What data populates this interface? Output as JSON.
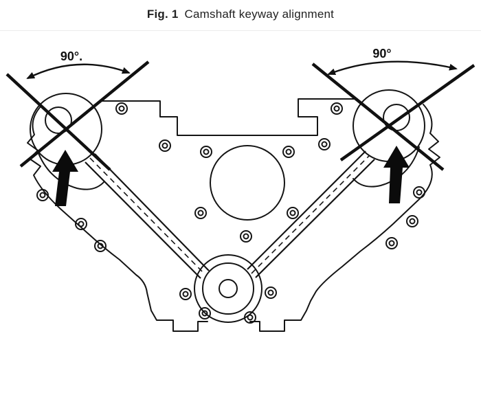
{
  "figure": {
    "label": "Fig. 1",
    "caption": "Camshaft keyway alignment"
  },
  "annotations": {
    "left_angle_label": "90°.",
    "right_angle_label": "90°"
  },
  "colors": {
    "ink": "#141414",
    "arrow_fill": "#0b0b0b",
    "background": "#ffffff"
  }
}
